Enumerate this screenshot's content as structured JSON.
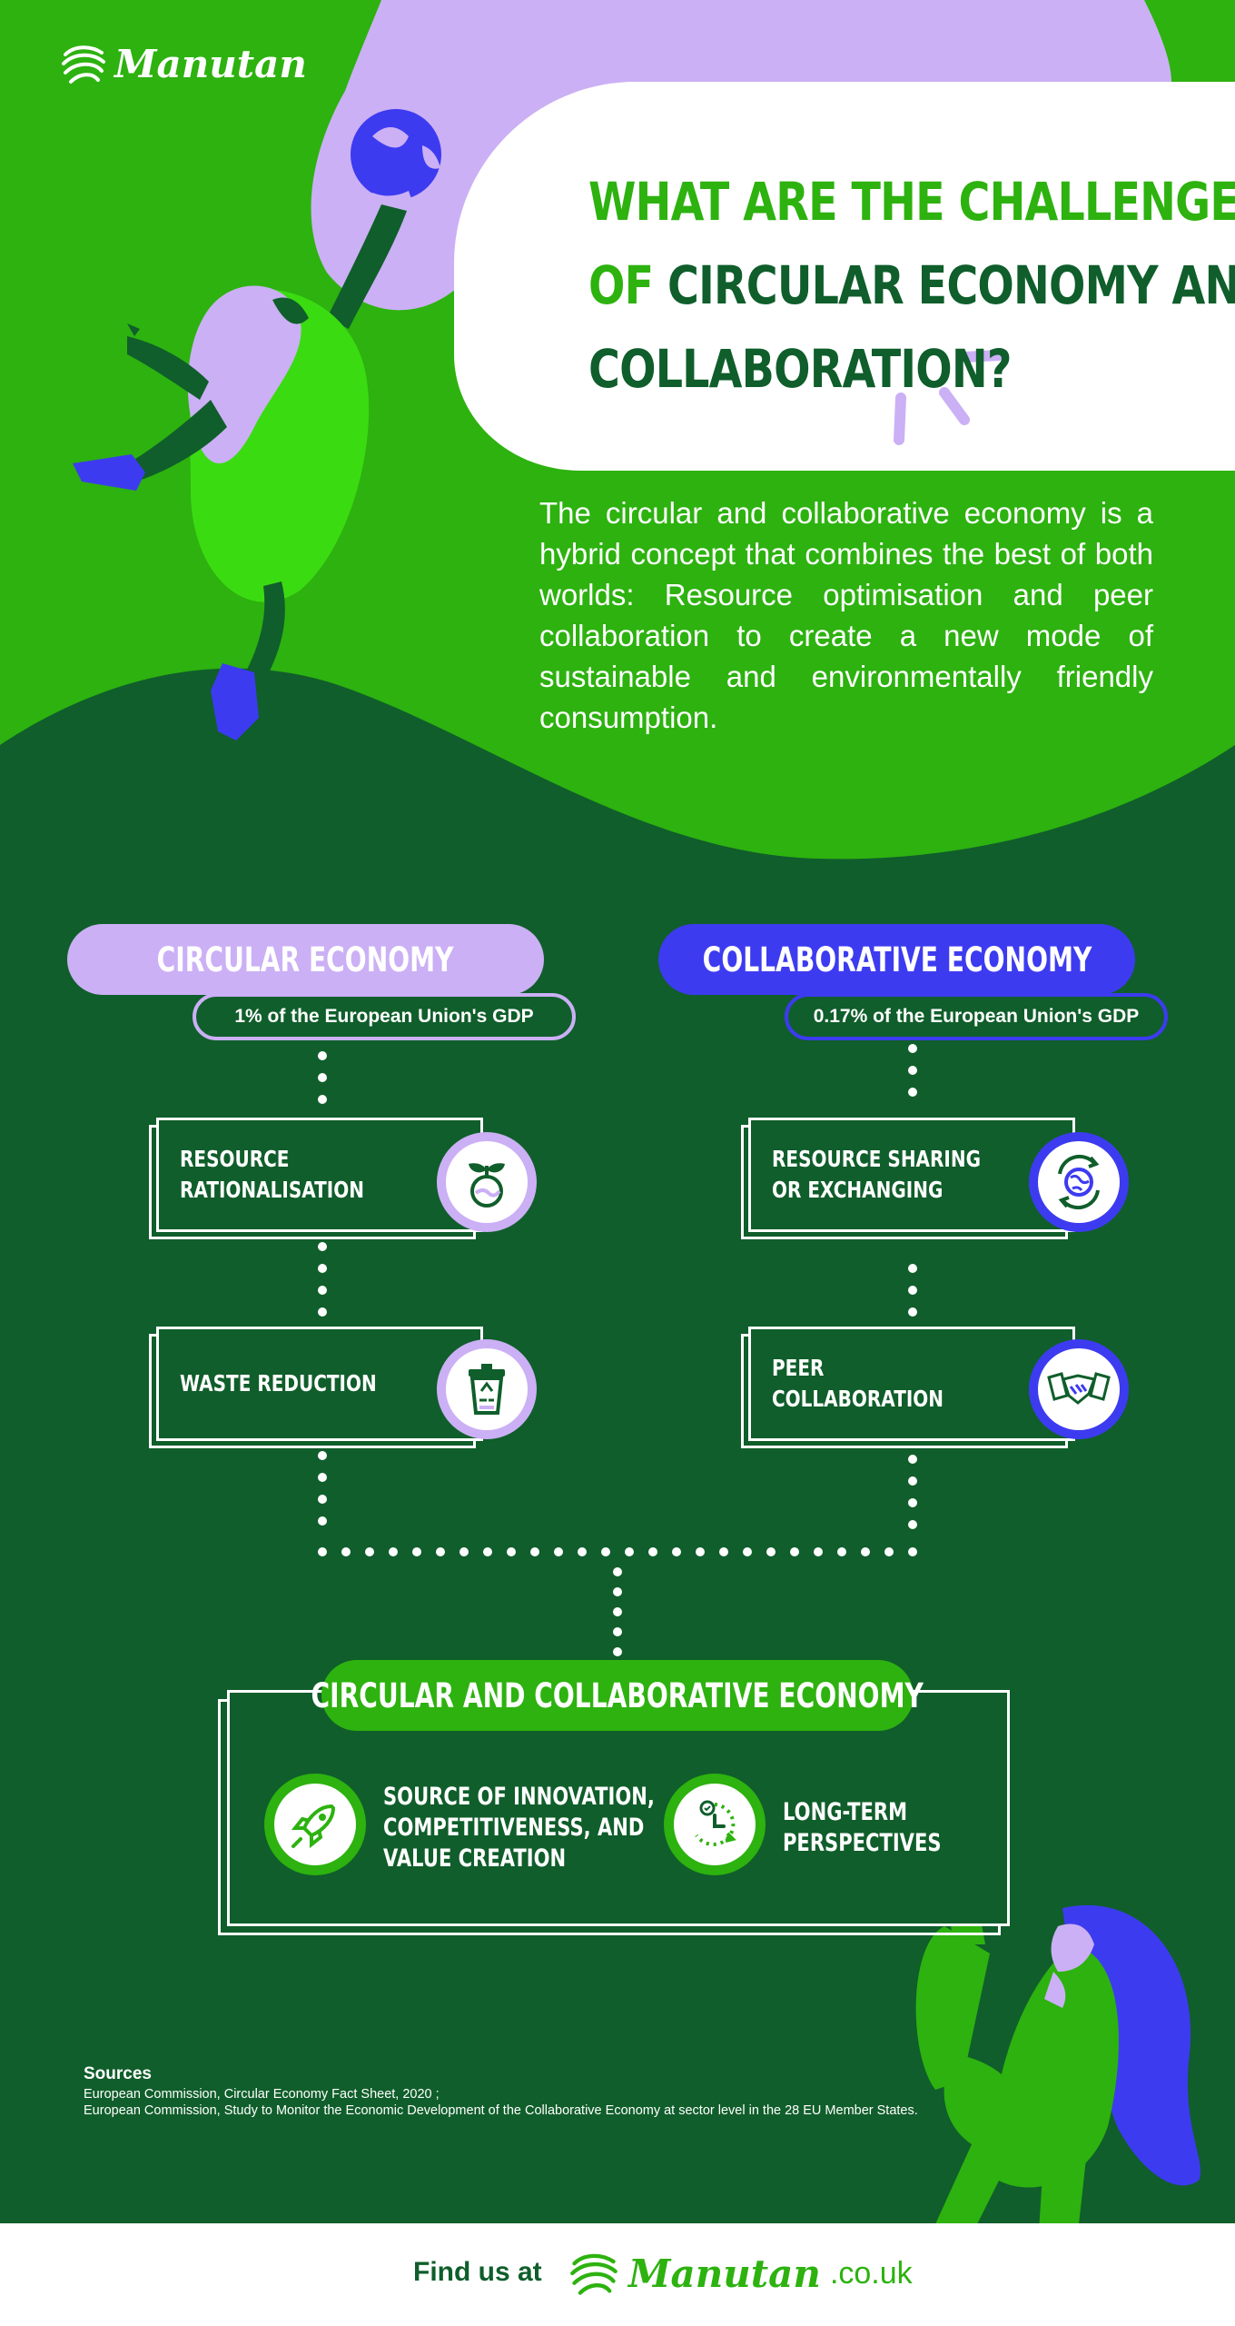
{
  "brand": {
    "logo_text": "Manutan",
    "colors": {
      "dark_green": "#105e2b",
      "bright_green": "#2db20f",
      "lavender": "#cbb0f5",
      "blue": "#3d3bf0",
      "white": "#ffffff"
    }
  },
  "header": {
    "title_line1": "WHAT ARE THE CHALLENGES",
    "title_line2_a": "OF",
    "title_line2_b": " CIRCULAR ECONOMY AND",
    "title_line3": "COLLABORATION?",
    "intro": "The circular and collaborative economy is a hybrid concept that combines the best of both worlds: Resource optimisation and peer collaboration to create a new mode of sustainable and environmentally friendly consumption."
  },
  "left": {
    "title": "CIRCULAR ECONOMY",
    "stat": "1% of the European Union's GDP",
    "items": [
      {
        "label": "RESOURCE\nRATIONALISATION",
        "icon": "plant-globe-icon"
      },
      {
        "label": "WASTE REDUCTION",
        "icon": "recycle-bin-icon"
      }
    ]
  },
  "right": {
    "title": "COLLABORATIVE ECONOMY",
    "stat": "0.17% of the European Union's GDP",
    "items": [
      {
        "label": "RESOURCE SHARING\nOR EXCHANGING",
        "icon": "globe-exchange-icon"
      },
      {
        "label": "PEER\nCOLLABORATION",
        "icon": "handshake-icon"
      }
    ]
  },
  "combined": {
    "title": "CIRCULAR AND COLLABORATIVE ECONOMY",
    "items": [
      {
        "label": "SOURCE OF INNOVATION,\nCOMPETITIVENESS, AND\nVALUE CREATION",
        "icon": "rocket-icon"
      },
      {
        "label": "LONG-TERM\nPERSPECTIVES",
        "icon": "clock-icon"
      }
    ]
  },
  "sources": {
    "heading": "Sources",
    "line1": "European Commission, Circular Economy Fact Sheet, 2020 ;",
    "line2": "European Commission, Study to Monitor the Economic Development of the Collaborative Economy at sector level in the 28 EU Member States."
  },
  "footer": {
    "find_us": "Find us at",
    "logo_text": "Manutan",
    "domain": ".co.uk"
  }
}
